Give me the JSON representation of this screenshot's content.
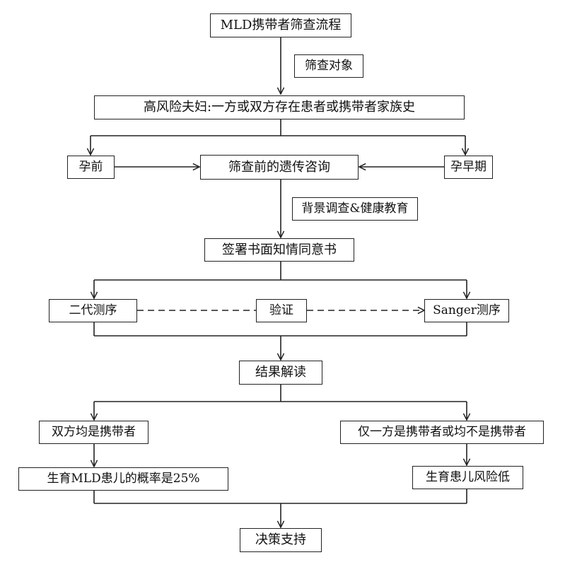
{
  "flowchart": {
    "title": "MLD携带者筛查流程",
    "edge_labels": {
      "screening_target": "筛查对象",
      "background_education": "背景调查&健康教育"
    },
    "nodes": {
      "high_risk": "高风险夫妇:一方或双方存在患者或携带者家族史",
      "pre_pregnancy": "孕前",
      "early_pregnancy": "孕早期",
      "counseling": "筛查前的遗传咨询",
      "consent": "签署书面知情同意书",
      "ngs": "二代测序",
      "verify": "验证",
      "sanger": "Sanger测序",
      "interpretation": "结果解读",
      "both_carriers": "双方均是携带者",
      "one_or_none": "仅一方是携带者或均不是携带者",
      "risk_25": "生育MLD患儿的概率是25%",
      "risk_low": "生育患儿风险低",
      "decision": "决策支持"
    }
  }
}
